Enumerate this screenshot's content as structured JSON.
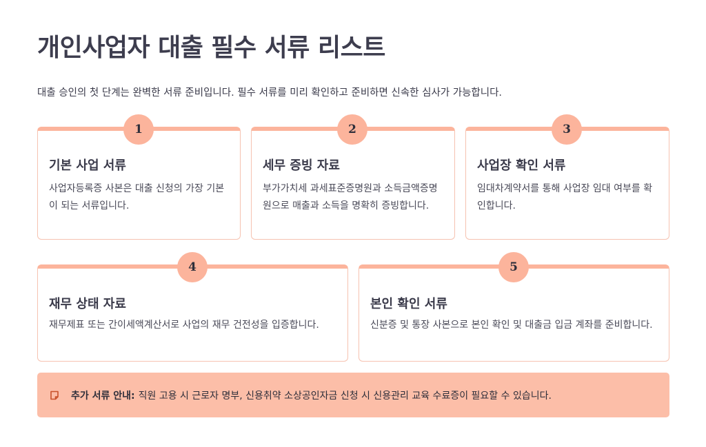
{
  "header": {
    "title": "개인사업자 대출 필수 서류 리스트",
    "subtitle": "대출 승인의 첫 단계는 완벽한 서류 준비입니다. 필수 서류를 미리 확인하고 준비하면 신속한 심사가 가능합니다."
  },
  "cards": [
    {
      "number": "1",
      "title": "기본 사업 서류",
      "description": "사업자등록증 사본은 대출 신청의 가장 기본이 되는 서류입니다."
    },
    {
      "number": "2",
      "title": "세무 증빙 자료",
      "description": "부가가치세 과세표준증명원과 소득금액증명원으로 매출과 소득을 명확히 증빙합니다."
    },
    {
      "number": "3",
      "title": "사업장 확인 서류",
      "description": "임대차계약서를 통해 사업장 임대 여부를 확인합니다."
    },
    {
      "number": "4",
      "title": "재무 상태 자료",
      "description": "재무제표 또는 간이세액계산서로 사업의 재무 건전성을 입증합니다."
    },
    {
      "number": "5",
      "title": "본인 확인 서류",
      "description": "신분증 및 통장 사본으로 본인 확인 및 대출금 입금 계좌를 준비합니다."
    }
  ],
  "notice": {
    "icon": "note-icon",
    "label": "추가 서류 안내:",
    "text": "직원 고용 시 근로자 명부, 신용취약 소상공인자금 신청 시 신용관리 교육 수료증이 필요할 수 있습니다."
  },
  "colors": {
    "accent": "#fcb49c",
    "card_border": "#f6c2b0",
    "notice_background": "#fcbea8",
    "icon": "#c8502a"
  }
}
